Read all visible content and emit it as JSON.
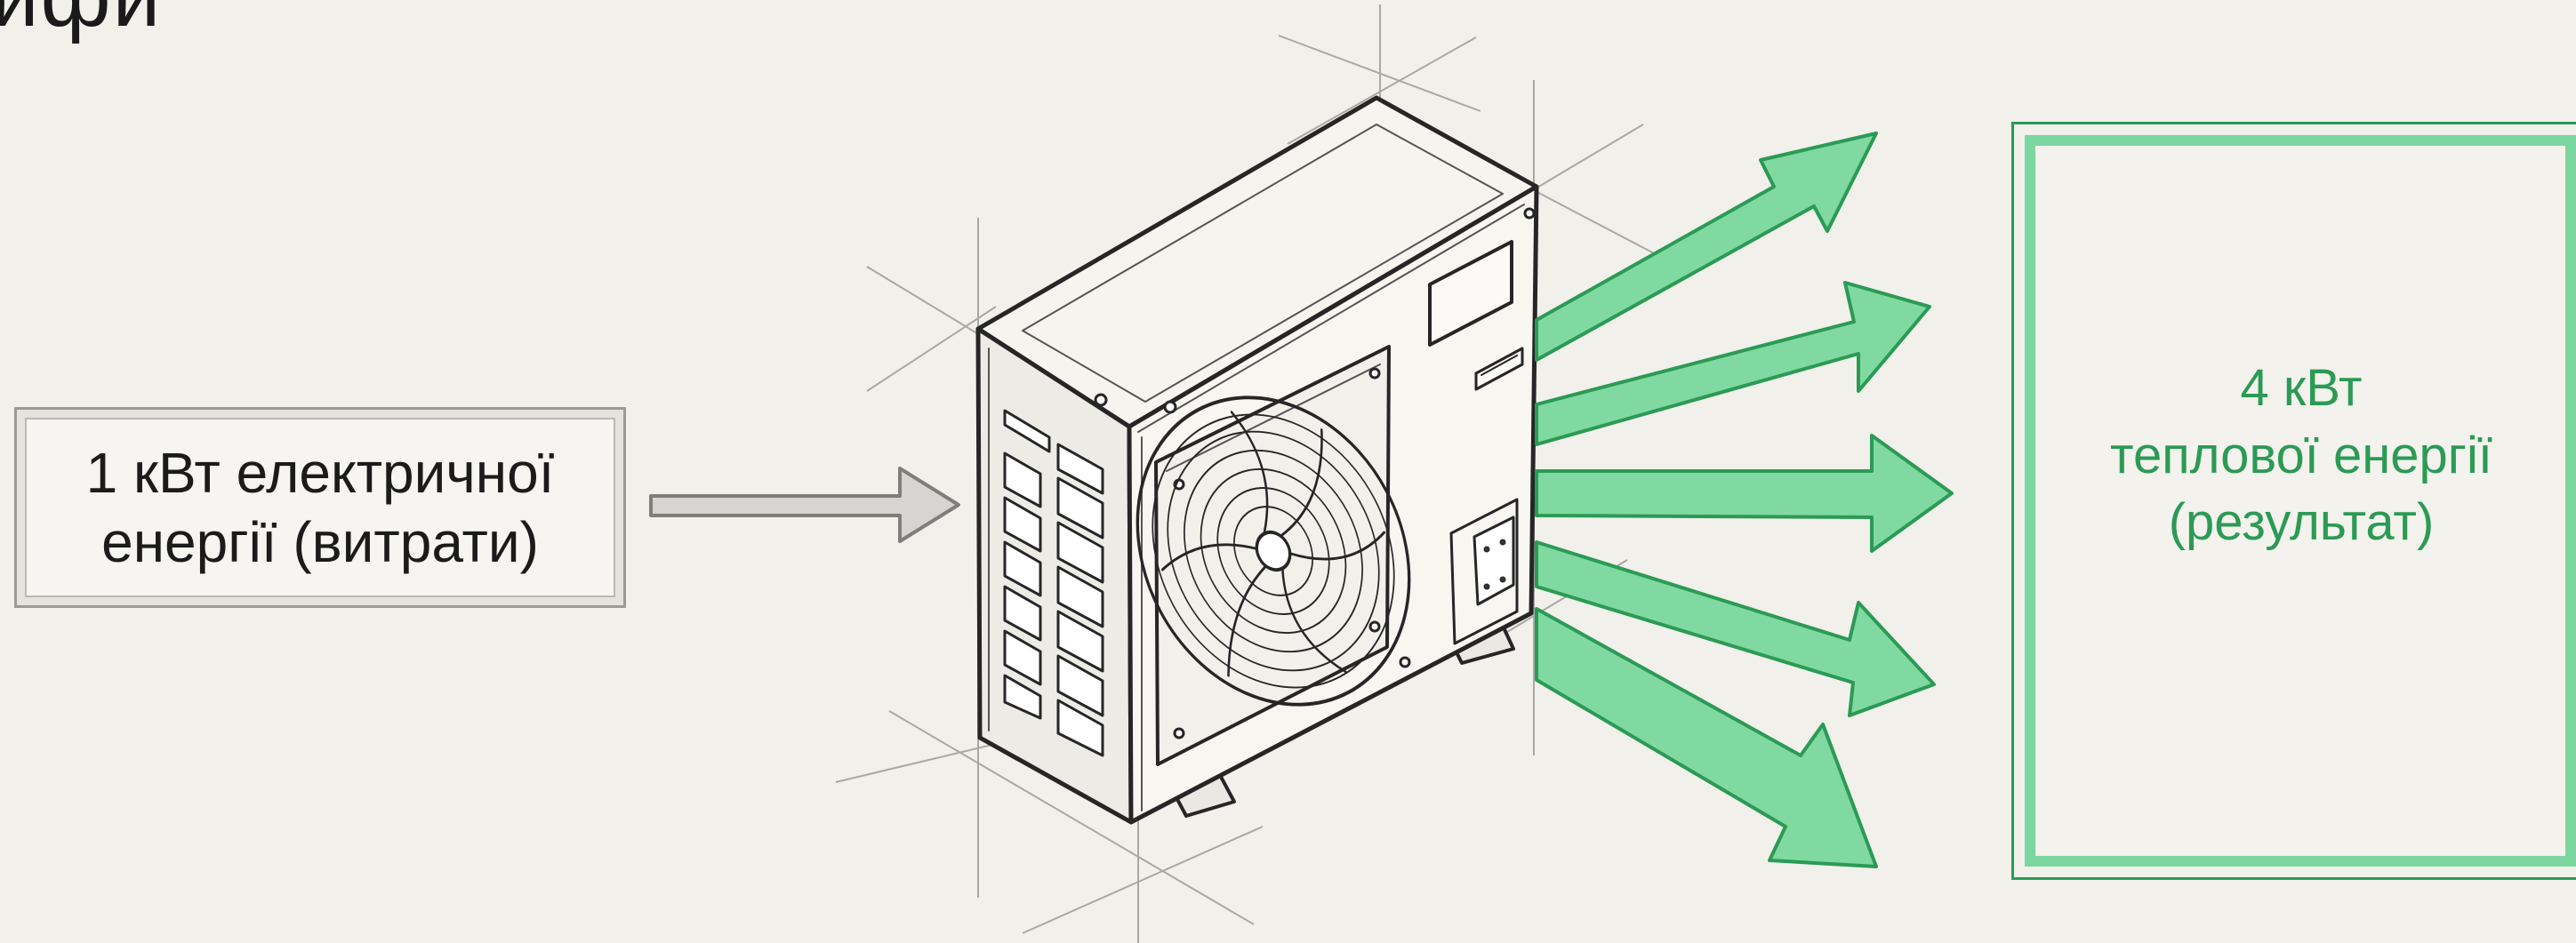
{
  "heading": "ифи",
  "input": {
    "line1": "1 кВт електричної",
    "line2": "енергії (витрати)"
  },
  "output": {
    "line1": "4 кВт",
    "line2": "теплової енергії",
    "line3": "(результат)"
  },
  "colors": {
    "background": "#f1f0ea",
    "heat_arrow_fill": "#7fd9a1",
    "heat_arrow_stroke": "#2b9a55",
    "output_text": "#2b9a55",
    "input_arrow_fill": "#d6d5d1"
  },
  "icons": {
    "device": "heat-pump-outdoor-unit-icon",
    "fan": "fan-icon",
    "input_arrow": "arrow-right-icon",
    "heat_arrows": "arrow-right-icon"
  }
}
